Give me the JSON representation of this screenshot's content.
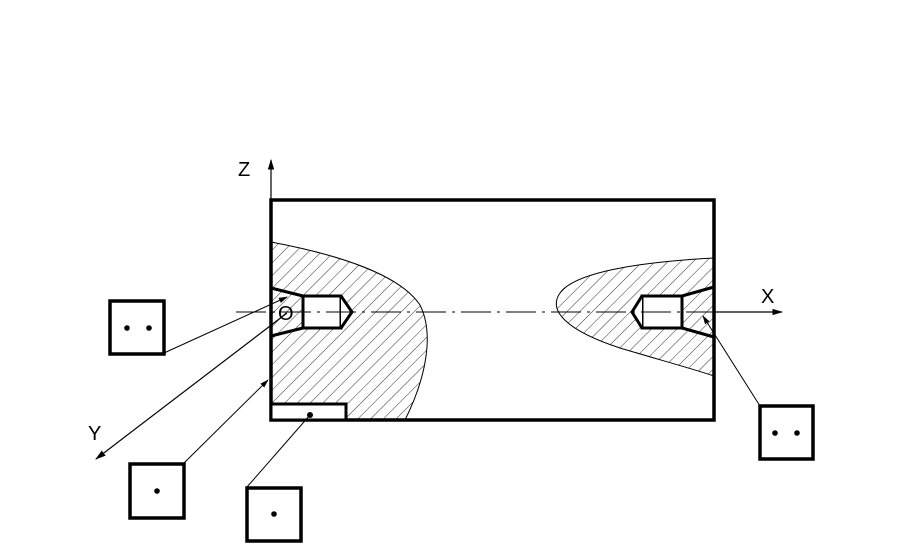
{
  "axes": {
    "z_label": "Z",
    "x_label": "X",
    "y_label": "Y",
    "origin_label": "O"
  },
  "symbols": {
    "left_two_point": {
      "name": "two-point-locator",
      "points": 2
    },
    "bottom_one_point_a": {
      "name": "one-point-locator",
      "points": 1
    },
    "bottom_one_point_b": {
      "name": "one-point-locator",
      "points": 1
    },
    "right_two_point": {
      "name": "two-point-locator",
      "points": 2
    }
  },
  "colors": {
    "line": "#000000",
    "background": "#ffffff"
  }
}
